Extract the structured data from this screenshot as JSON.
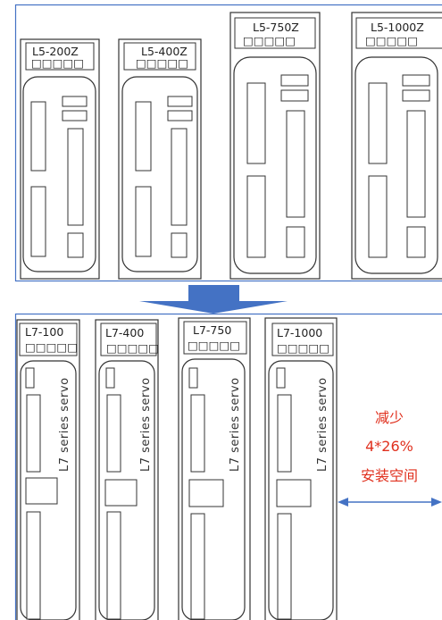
{
  "l5_drives": [
    {
      "model": "L5-200Z",
      "dots": "□□□□□"
    },
    {
      "model": "L5-400Z",
      "dots": "□□□□□"
    },
    {
      "model": "L5-750Z",
      "dots": "□□□□□"
    },
    {
      "model": "L5-1000Z",
      "dots": "□□□□□"
    }
  ],
  "l7_drives": [
    {
      "model": "L7-100",
      "dots": "□□□□□",
      "series_text": "L7 series servo"
    },
    {
      "model": "L7-400",
      "dots": "□□□□□",
      "series_text": "L7 series servo"
    },
    {
      "model": "L7-750",
      "dots": "□□□□□",
      "series_text": "L7 series servo"
    },
    {
      "model": "L7-1000",
      "dots": "□□□□□",
      "series_text": "L7 series servo"
    }
  ],
  "annotation": {
    "line1": "减少",
    "line2": "4*26%",
    "line3": "安装空间"
  },
  "colors": {
    "frame_blue": "#4472c4",
    "arrow_blue": "#4472c4",
    "annotation_red": "#e0301e",
    "outline": "#333333"
  }
}
